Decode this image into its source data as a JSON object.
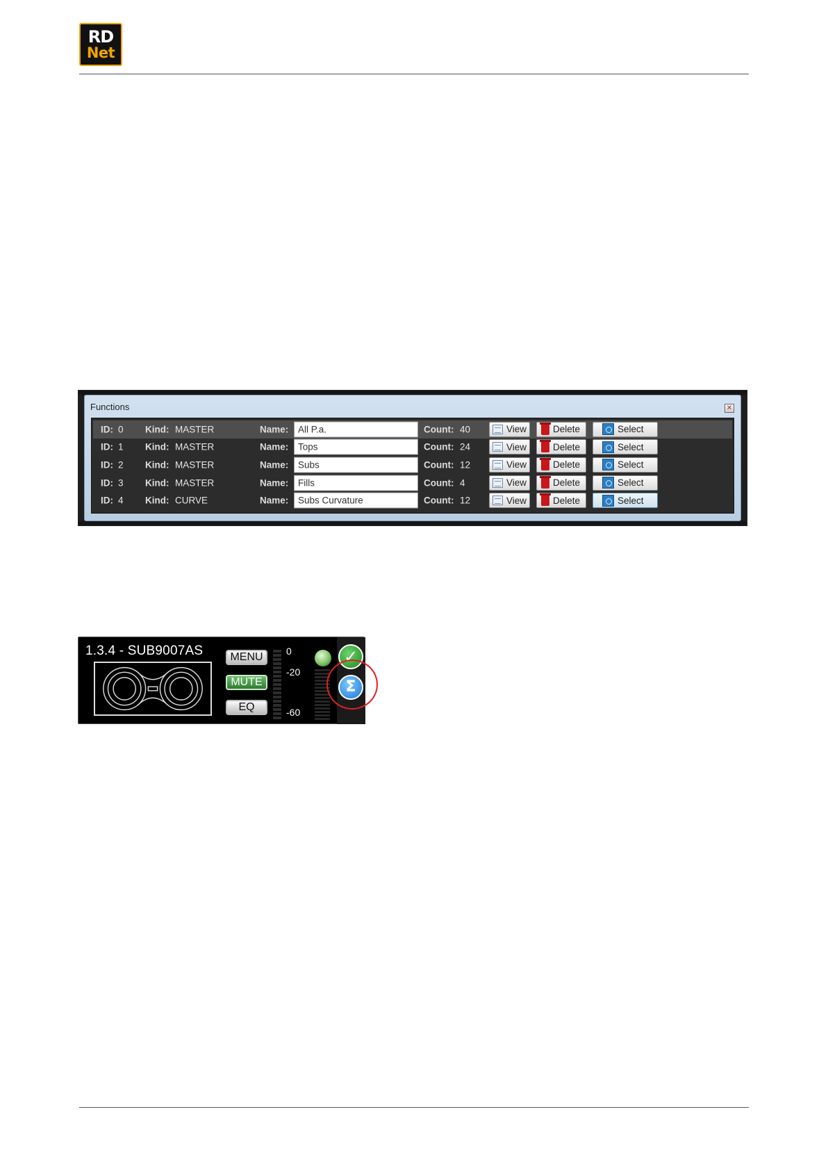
{
  "logo": {
    "line1": "RD",
    "line2": "Net"
  },
  "functions_dialog": {
    "title": "Functions",
    "labels": {
      "id": "ID:",
      "kind": "Kind:",
      "name": "Name:",
      "count": "Count:"
    },
    "buttons": {
      "view": "View",
      "delete": "Delete",
      "select": "Select"
    },
    "rows": [
      {
        "id": "0",
        "kind": "MASTER",
        "name": "All P.a.",
        "count": "40"
      },
      {
        "id": "1",
        "kind": "MASTER",
        "name": "Tops",
        "count": "24"
      },
      {
        "id": "2",
        "kind": "MASTER",
        "name": "Subs",
        "count": "12"
      },
      {
        "id": "3",
        "kind": "MASTER",
        "name": "Fills",
        "count": "4"
      },
      {
        "id": "4",
        "kind": "CURVE",
        "name": "Subs Curvature",
        "count": "12"
      }
    ]
  },
  "device_panel": {
    "title": "1.3.4 - SUB9007AS",
    "menu_label": "MENU",
    "mute_label": "MUTE",
    "eq_label": "EQ",
    "meter_labels": [
      "0",
      "-20",
      "-60"
    ],
    "status_icon": "checkmark-icon",
    "sum_icon": "sigma-icon",
    "accent_colors": {
      "mute_active": "#2f7a2f",
      "ok": "#1e8a1e",
      "sigma": "#1a78d6",
      "callout": "#e02020"
    }
  }
}
